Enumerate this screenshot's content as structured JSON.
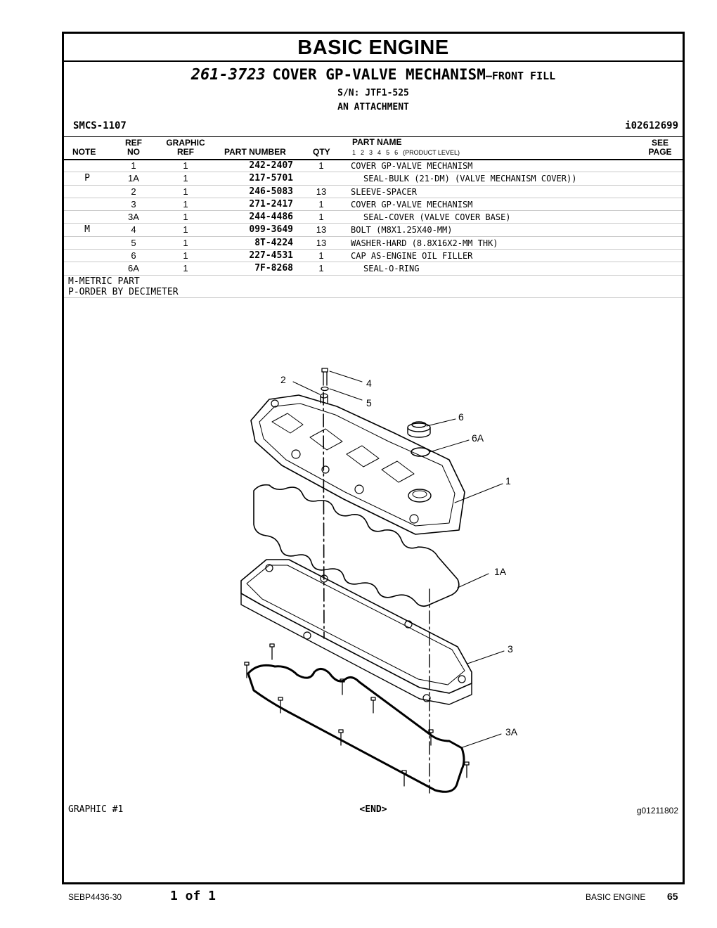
{
  "section_title": "BASIC ENGINE",
  "group": {
    "part_number": "261-3723",
    "name": "COVER GP-VALVE MECHANISM",
    "qualifier": "—FRONT FILL",
    "serial": "S/N: JTF1-525",
    "type": "AN ATTACHMENT"
  },
  "smcs": "SMCS-1107",
  "illustration_id": "i02612699",
  "columns": {
    "note": "NOTE",
    "ref_top": "REF",
    "ref_bottom": "NO",
    "graphic_top": "GRAPHIC",
    "graphic_bottom": "REF",
    "part_number": "PART NUMBER",
    "qty": "QTY",
    "part_name": "PART NAME",
    "levels": [
      "1",
      "2",
      "3",
      "4",
      "5",
      "6",
      "(PRODUCT LEVEL)"
    ],
    "see_top": "SEE",
    "see_bottom": "PAGE"
  },
  "parts": [
    {
      "note": "",
      "ref": "1",
      "graphic": "1",
      "part_number": "242-2407",
      "qty": "1",
      "name": "COVER GP-VALVE MECHANISM",
      "indent": false
    },
    {
      "note": "P",
      "ref": "1A",
      "graphic": "1",
      "part_number": "217-5701",
      "qty": "",
      "name": "SEAL-BULK (21-DM) (VALVE MECHANISM COVER))",
      "indent": true
    },
    {
      "note": "",
      "ref": "2",
      "graphic": "1",
      "part_number": "246-5083",
      "qty": "13",
      "name": "SLEEVE-SPACER",
      "indent": false
    },
    {
      "note": "",
      "ref": "3",
      "graphic": "1",
      "part_number": "271-2417",
      "qty": "1",
      "name": "COVER GP-VALVE MECHANISM",
      "indent": false
    },
    {
      "note": "",
      "ref": "3A",
      "graphic": "1",
      "part_number": "244-4486",
      "qty": "1",
      "name": "SEAL-COVER (VALVE COVER BASE)",
      "indent": true
    },
    {
      "note": "M",
      "ref": "4",
      "graphic": "1",
      "part_number": "099-3649",
      "qty": "13",
      "name": "BOLT (M8X1.25X40-MM)",
      "indent": false
    },
    {
      "note": "",
      "ref": "5",
      "graphic": "1",
      "part_number": "8T-4224",
      "qty": "13",
      "name": "WASHER-HARD (8.8X16X2-MM THK)",
      "indent": false
    },
    {
      "note": "",
      "ref": "6",
      "graphic": "1",
      "part_number": "227-4531",
      "qty": "1",
      "name": "CAP AS-ENGINE OIL FILLER",
      "indent": false
    },
    {
      "note": "",
      "ref": "6A",
      "graphic": "1",
      "part_number": "7F-8268",
      "qty": "1",
      "name": "SEAL-O-RING",
      "indent": true
    }
  ],
  "notes": [
    "M-METRIC PART",
    "P-ORDER BY DECIMETER"
  ],
  "callouts": [
    "2",
    "4",
    "5",
    "6",
    "6A",
    "1",
    "1A",
    "3",
    "3A"
  ],
  "graphic_label": "GRAPHIC #1",
  "end_marker": "<END>",
  "graphic_number": "g01211802",
  "footer": {
    "doc": "SEBP4436-30",
    "page_of": "1 of 1",
    "section": "BASIC ENGINE",
    "page": "65"
  }
}
